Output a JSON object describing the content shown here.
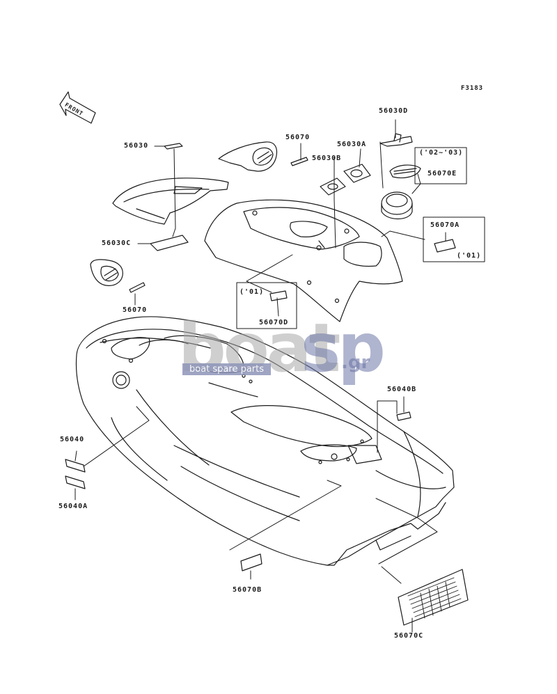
{
  "figure_code": "F3183",
  "front_arrow_label": "FRONT",
  "colors": {
    "line": "#1a1a1a",
    "watermark_gray": "#a9a9a9",
    "watermark_blue": "#6f78a8",
    "watermark_band": "#8e95b8"
  },
  "watermark": {
    "left": "boat",
    "right": "sp",
    "suffix": ".gr",
    "tagline": "boat spare parts"
  },
  "parts": {
    "p56030": "56030",
    "p56030C": "56030C",
    "p56070_top": "56070",
    "p56070_left": "56070",
    "p56030B": "56030B",
    "p56030A": "56030A",
    "p56030D": "56030D",
    "p56070E": "56070E",
    "p56070A": "56070A",
    "p56070D": "56070D",
    "p56040B": "56040B",
    "p56040": "56040",
    "p56040A": "56040A",
    "p56070B": "56070B",
    "p56070C": "56070C"
  },
  "notes": {
    "year_02_03": "('02~'03)",
    "year_01_a": "('01)",
    "year_01_d": "('01)"
  }
}
